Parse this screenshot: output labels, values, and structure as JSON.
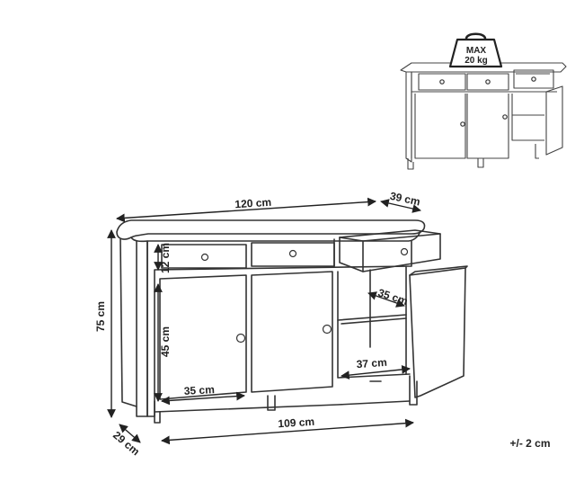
{
  "weight_badge": {
    "line1": "MAX",
    "line2": "20 kg"
  },
  "dimensions": {
    "width": "120 cm",
    "depth": "39 cm",
    "height": "75 cm",
    "drawer_height": "12 cm",
    "door_height": "45 cm",
    "inner_width_left": "35 cm",
    "shelf_depth": "35 cm",
    "inner_width_right": "37 cm",
    "base_width": "109 cm",
    "base_depth": "29 cm"
  },
  "tolerance": "+/- 2 cm"
}
